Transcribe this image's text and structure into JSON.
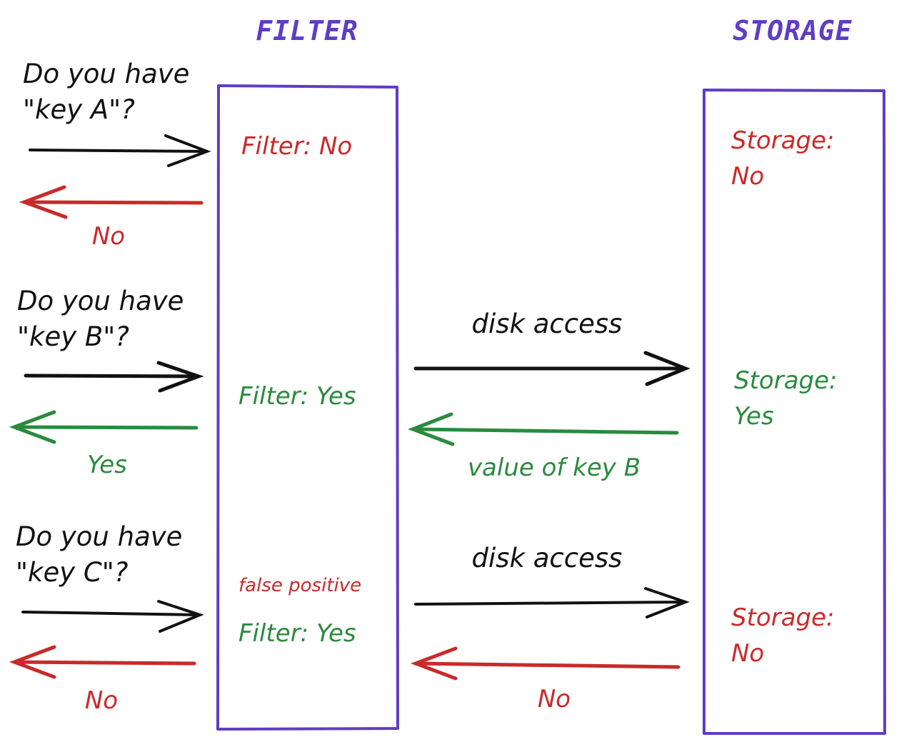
{
  "headings": {
    "filter": "FILTER",
    "storage": "STORAGE"
  },
  "rows": [
    {
      "question_line1": "Do you have",
      "question_line2": "\"key A\"?",
      "filter_result": "Filter: No",
      "filter_note": "",
      "return_label": "No",
      "disk_label": "",
      "storage_line1": "Storage:",
      "storage_line2": "No",
      "storage_return_label": ""
    },
    {
      "question_line1": "Do you have",
      "question_line2": "\"key B\"?",
      "filter_result": "Filter: Yes",
      "filter_note": "",
      "return_label": "Yes",
      "disk_label": "disk access",
      "storage_line1": "Storage:",
      "storage_line2": "Yes",
      "storage_return_label": "value of key B"
    },
    {
      "question_line1": "Do you have",
      "question_line2": "\"key C\"?",
      "filter_result": "Filter: Yes",
      "filter_note": "false positive",
      "return_label": "No",
      "disk_label": "disk access",
      "storage_line1": "Storage:",
      "storage_line2": "No",
      "storage_return_label": "No"
    }
  ],
  "colors": {
    "box": "#5f3dc4",
    "request": "#111111",
    "negative": "#c92a2a",
    "positive": "#2b8a3e"
  }
}
